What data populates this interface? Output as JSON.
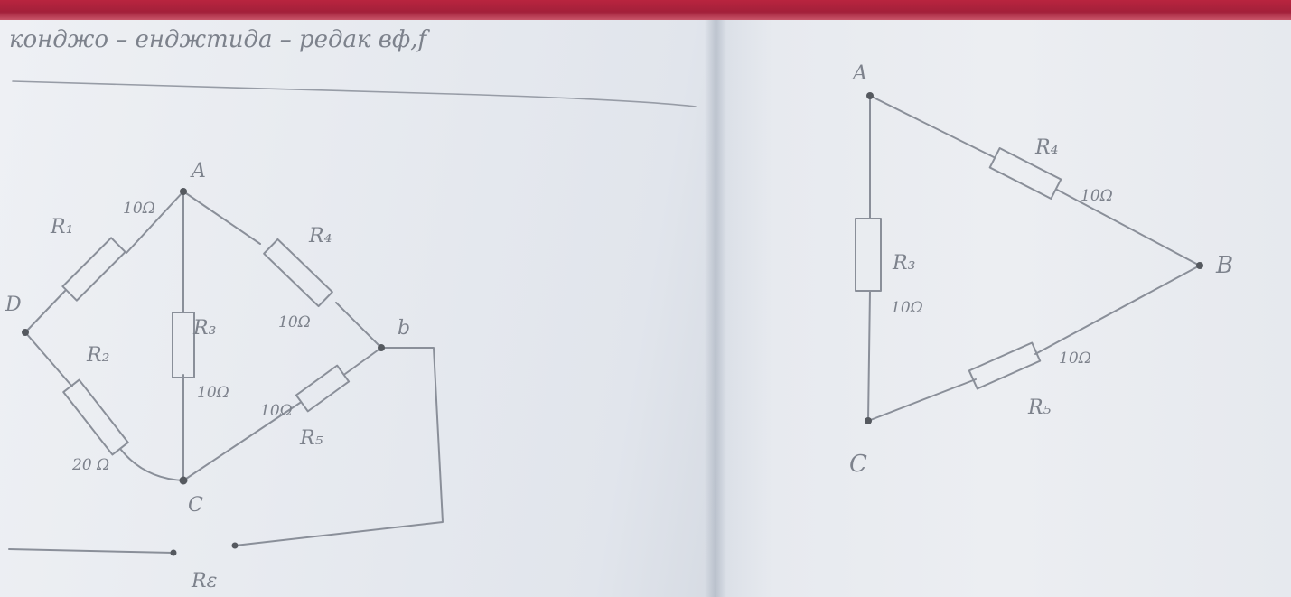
{
  "image": {
    "subject": "notebook-photo-two-circuit-sketches"
  },
  "left_page": {
    "heading": "конджо – енджтида – редак вф,f",
    "nodes": {
      "A": "A",
      "B": "b",
      "C": "C",
      "D": "D"
    },
    "resistors": [
      {
        "label": "R₁",
        "value": "10Ω"
      },
      {
        "label": "R₂",
        "value": "20 Ω"
      },
      {
        "label": "R₃",
        "value": "10Ω"
      },
      {
        "label": "R₄",
        "value": "10Ω"
      },
      {
        "label": "R₅",
        "value": "10Ω"
      }
    ],
    "source_label": "Rε"
  },
  "right_page": {
    "nodes": {
      "A": "A",
      "B": "B",
      "C": "C"
    },
    "resistors": [
      {
        "label": "R₄",
        "value": "10Ω"
      },
      {
        "label": "R₃",
        "value": "10Ω"
      },
      {
        "label": "R₅",
        "value": "10Ω"
      }
    ]
  }
}
